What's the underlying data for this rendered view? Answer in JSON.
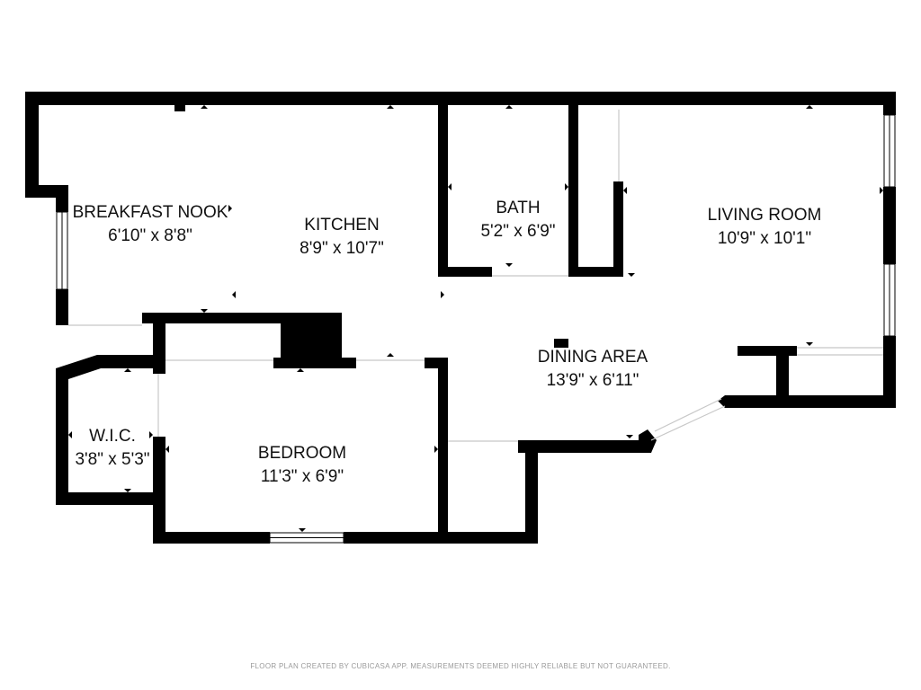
{
  "colors": {
    "wall": "#000000",
    "background": "#ffffff",
    "window": "#ffffff",
    "label": "#111111",
    "footer": "#9a9a9a"
  },
  "rooms": [
    {
      "id": "breakfast-nook",
      "name": "BREAKFAST NOOK",
      "dims": "6'10\" x 8'8\""
    },
    {
      "id": "kitchen",
      "name": "KITCHEN",
      "dims": "8'9\" x 10'7\""
    },
    {
      "id": "bath",
      "name": "BATH",
      "dims": "5'2\" x 6'9\""
    },
    {
      "id": "living-room",
      "name": "LIVING ROOM",
      "dims": "10'9\" x 10'1\""
    },
    {
      "id": "dining-area",
      "name": "DINING AREA",
      "dims": "13'9\" x 6'11\""
    },
    {
      "id": "wic",
      "name": "W.I.C.",
      "dims": "3'8\" x 5'3\""
    },
    {
      "id": "bedroom",
      "name": "BEDROOM",
      "dims": "11'3\" x 6'9\""
    }
  ],
  "footer": {
    "text": "FLOOR PLAN CREATED BY CUBICASA APP. MEASUREMENTS DEEMED HIGHLY RELIABLE BUT NOT GUARANTEED."
  }
}
